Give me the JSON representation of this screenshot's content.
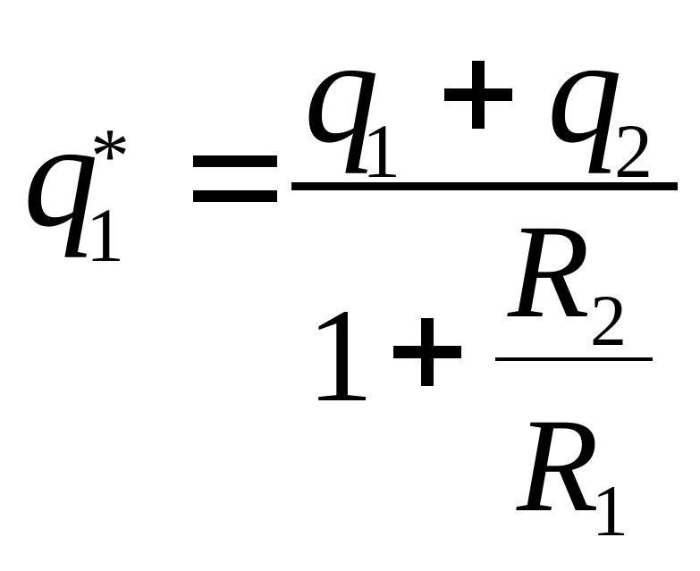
{
  "equation": {
    "lhs": {
      "variable": "q",
      "subscript": "1",
      "superscript": "*"
    },
    "equals": "=",
    "numerator": {
      "term1_variable": "q",
      "term1_subscript": "1",
      "operator": "+",
      "term2_variable": "q",
      "term2_subscript": "2"
    },
    "denominator": {
      "one": "1",
      "operator": "+",
      "inner_numerator_variable": "R",
      "inner_numerator_subscript": "2",
      "inner_denominator_variable": "R",
      "inner_denominator_subscript": "1"
    }
  }
}
